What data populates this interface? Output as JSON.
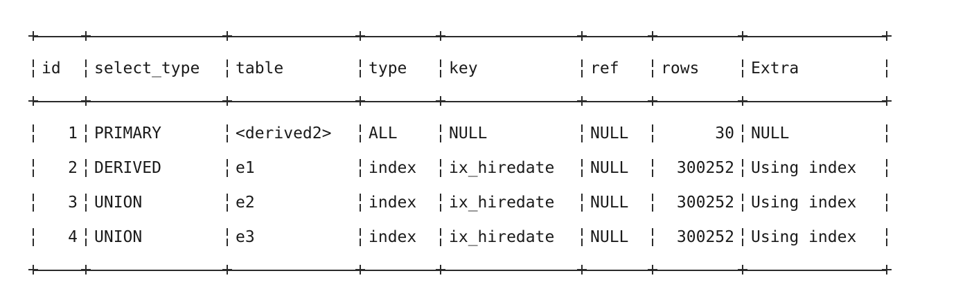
{
  "table": {
    "columns": [
      "id",
      "select_type",
      "table",
      "type",
      "key",
      "ref",
      "rows",
      "Extra"
    ],
    "rows": [
      [
        "1",
        "PRIMARY",
        "<derived2>",
        "ALL",
        "NULL",
        "NULL",
        "30",
        "NULL"
      ],
      [
        "2",
        "DERIVED",
        "e1",
        "index",
        "ix_hiredate",
        "NULL",
        "300252",
        "Using index"
      ],
      [
        "3",
        "UNION",
        "e2",
        "index",
        "ix_hiredate",
        "NULL",
        "300252",
        "Using index"
      ],
      [
        "4",
        "UNION",
        "e3",
        "index",
        "ix_hiredate",
        "NULL",
        "300252",
        "Using index"
      ]
    ]
  }
}
